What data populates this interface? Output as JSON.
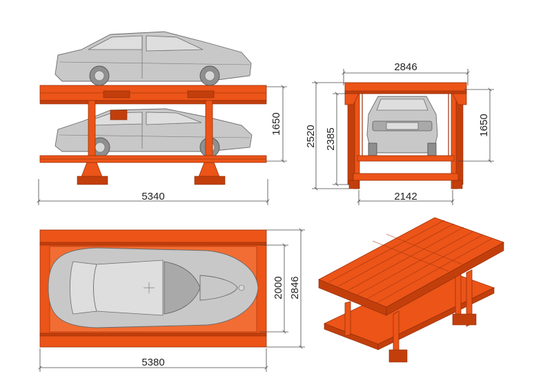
{
  "dimensions": {
    "side_length": "5340",
    "side_level_height": "1650",
    "front_outer_width": "2846",
    "front_total_height": "2520",
    "front_frame_height": "2385",
    "front_level_height": "1650",
    "front_inner_width": "2142",
    "top_inner_width": "2000",
    "top_outer_width": "2846",
    "top_length": "5380"
  },
  "colors": {
    "frame": "#ec5418",
    "frame_dark": "#c23f0c",
    "car": "#c8c8c8",
    "dimension_line": "#444444"
  }
}
